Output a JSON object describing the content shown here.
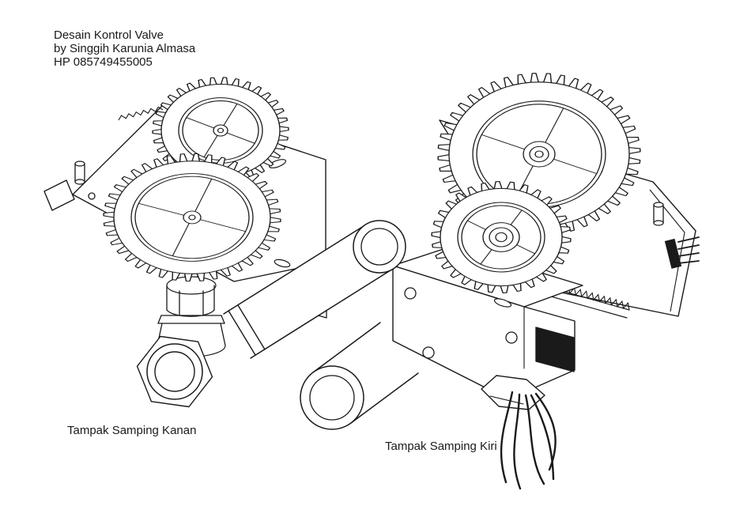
{
  "page": {
    "background": "#ffffff",
    "line_color": "#1a1a1a"
  },
  "title_block": {
    "line1": "Desain Kontrol Valve",
    "line2": "by Singgih Karunia Almasa",
    "line3": "HP 085749455005"
  },
  "captions": {
    "right_side_view": "Tampak Samping Kanan",
    "left_side_view": "Tampak Samping Kiri"
  }
}
